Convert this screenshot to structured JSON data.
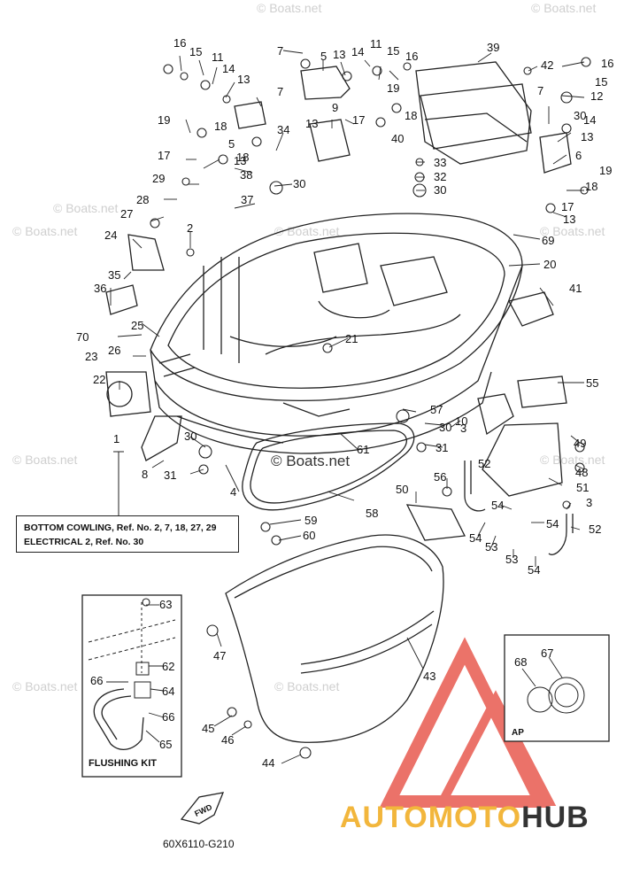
{
  "watermark": {
    "text": "© Boats.net",
    "center_text": "© Boats.net"
  },
  "callouts": [
    "1",
    "2",
    "3",
    "3",
    "4",
    "5",
    "5",
    "6",
    "7",
    "7",
    "7",
    "8",
    "9",
    "10",
    "11",
    "11",
    "12",
    "13",
    "13",
    "13",
    "13",
    "13",
    "13",
    "14",
    "14",
    "14",
    "15",
    "15",
    "15",
    "16",
    "16",
    "16",
    "17",
    "17",
    "17",
    "18",
    "18",
    "18",
    "18",
    "19",
    "19",
    "19",
    "20",
    "21",
    "22",
    "23",
    "24",
    "25",
    "26",
    "27",
    "28",
    "29",
    "30",
    "30",
    "30",
    "30",
    "30",
    "31",
    "31",
    "32",
    "33",
    "34",
    "35",
    "36",
    "37",
    "38",
    "39",
    "40",
    "41",
    "42",
    "43",
    "44",
    "45",
    "46",
    "47",
    "48",
    "49",
    "50",
    "51",
    "52",
    "52",
    "53",
    "53",
    "54",
    "54",
    "54",
    "54",
    "55",
    "56",
    "57",
    "58",
    "59",
    "60",
    "61",
    "62",
    "63",
    "64",
    "65",
    "66",
    "66",
    "67",
    "68",
    "69",
    "70"
  ],
  "note_box": {
    "line1": "BOTTOM COWLING, Ref. No. 2, 7, 18, 27, 29",
    "line2": "ELECTRICAL 2, Ref. No. 30"
  },
  "flushing_kit": {
    "label": "FLUSHING KIT"
  },
  "ap_box": {
    "label": "AP"
  },
  "fwd_arrow": {
    "label": "FWD"
  },
  "part_code": "60X6110-G210",
  "brand": {
    "part1": "AUTOMOTO",
    "part2": "HUB",
    "color_primary": "#f2b63c",
    "color_secondary": "#333333",
    "logo_color": "#e85a4f"
  },
  "icons": [
    "fwd-arrow-icon",
    "automotohub-logo-icon"
  ]
}
